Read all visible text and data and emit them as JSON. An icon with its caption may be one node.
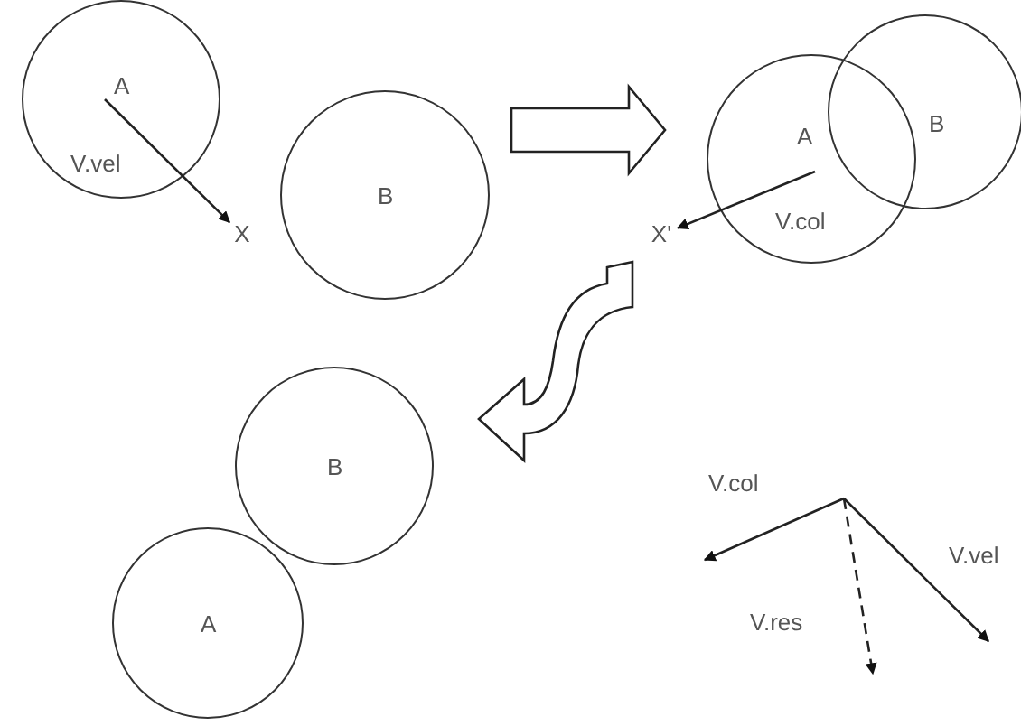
{
  "diagram": {
    "nodes": [
      {
        "text": [
          "A"
        ]
      },
      {
        "text": [
          "B"
        ]
      },
      {
        "text": [
          "X"
        ]
      },
      {
        "text": [
          "A"
        ]
      },
      {
        "text": [
          "B"
        ]
      },
      {
        "text": [
          "X'"
        ]
      },
      {
        "text": [
          "B"
        ]
      },
      {
        "text": [
          "A"
        ]
      }
    ],
    "edges": [
      {
        "from": 0,
        "to": 2,
        "arrow": "to",
        "label": "V.vel"
      },
      {
        "from": 3,
        "to": 5,
        "arrow": "to",
        "label": "V.col"
      },
      {
        "from": 1,
        "to": 3,
        "arrow": "to",
        "style": "thick"
      },
      {
        "from": 3,
        "to": 6,
        "arrow": "to",
        "style": "thick"
      }
    ],
    "labels": [
      "V.col",
      "V.vel",
      "V.res"
    ]
  }
}
